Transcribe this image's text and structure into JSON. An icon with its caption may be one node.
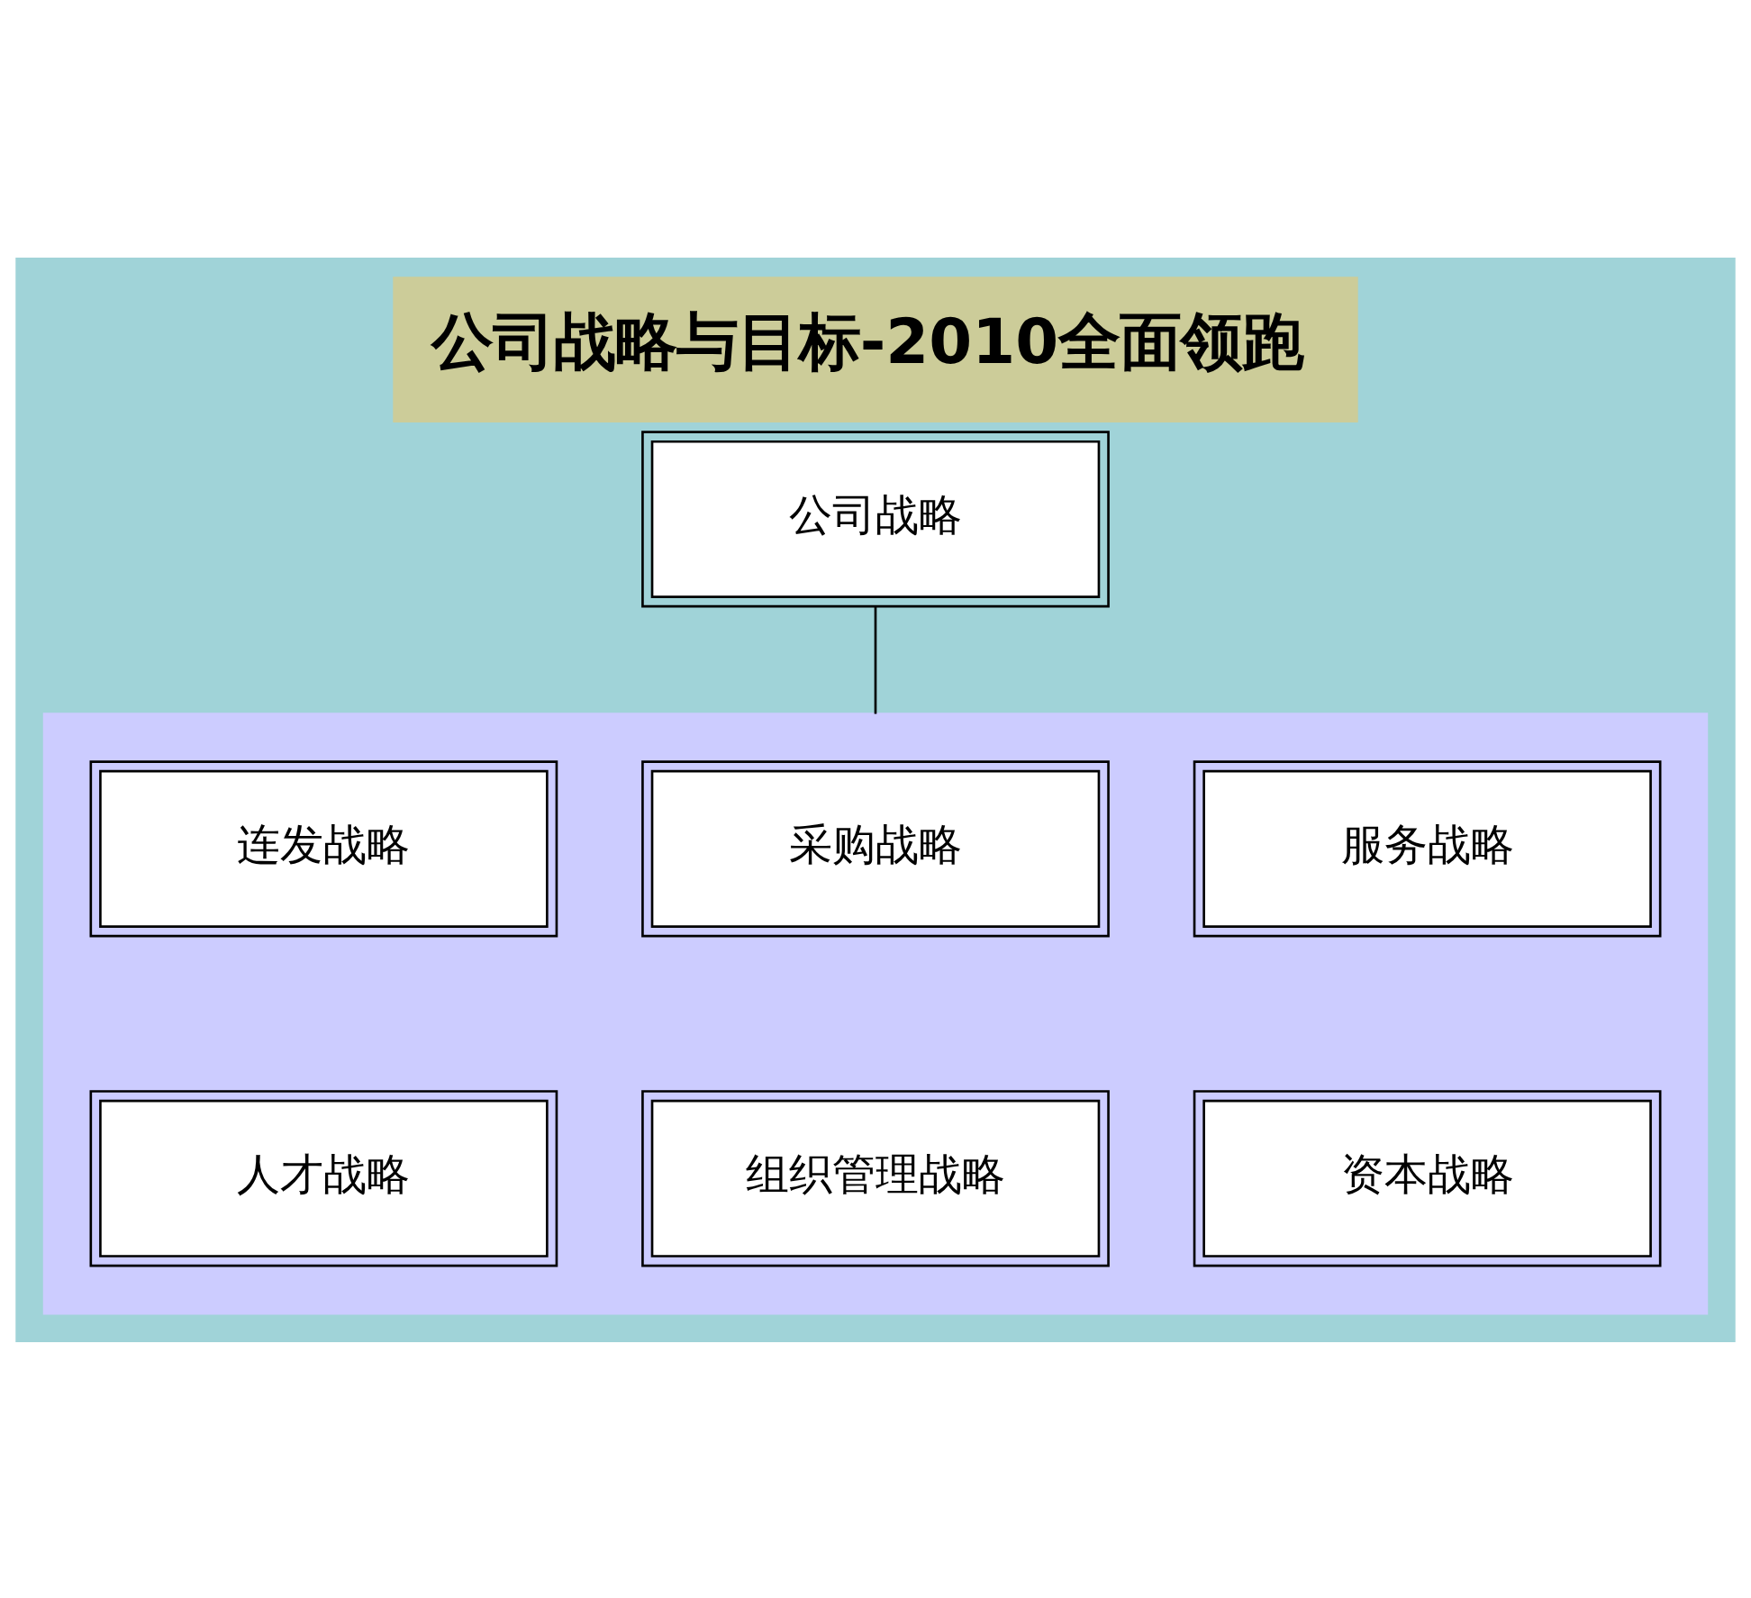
{
  "diagram": {
    "title": "公司战略与目标-2010全面领跑",
    "nodes": [
      {
        "text": [
          "公司战略"
        ]
      },
      {
        "text": [],
        "shape": "box"
      },
      {
        "text": [
          "连发战略"
        ],
        "in": 1
      },
      {
        "text": [
          "采购战略"
        ],
        "in": 1
      },
      {
        "text": [
          "服务战略"
        ],
        "in": 1
      },
      {
        "text": [
          "人才战略"
        ],
        "in": 1
      },
      {
        "text": [
          "组织管理战略"
        ],
        "in": 1
      },
      {
        "text": [
          "资本战略"
        ],
        "in": 1
      }
    ],
    "edges": [
      {
        "from": 0,
        "to": 1,
        "arrow": "none"
      }
    ]
  }
}
